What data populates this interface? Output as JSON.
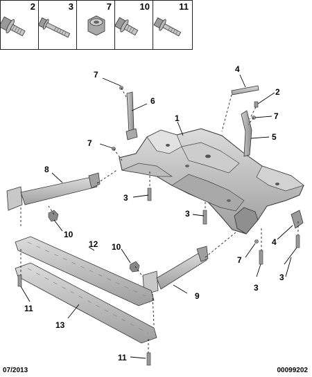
{
  "legend": {
    "items": [
      "2",
      "3",
      "7",
      "10",
      "11"
    ]
  },
  "callouts": {
    "c1": "1",
    "c2": "2",
    "c3a": "3",
    "c3b": "3",
    "c3c": "3",
    "c3d": "3",
    "c4a": "4",
    "c4b": "4",
    "c5": "5",
    "c6": "6",
    "c7a": "7",
    "c7b": "7",
    "c7c": "7",
    "c7d": "7",
    "c8": "8",
    "c9": "9",
    "c10a": "10",
    "c10b": "10",
    "c11a": "11",
    "c11b": "11",
    "c12": "12",
    "c13": "13"
  },
  "footer": {
    "date": "07/2013",
    "reference": "00099202"
  },
  "colors": {
    "part_fill": "#b9b9b9",
    "part_light": "#d8d8d8",
    "part_dark": "#7d7d7d",
    "outline": "#333333"
  }
}
